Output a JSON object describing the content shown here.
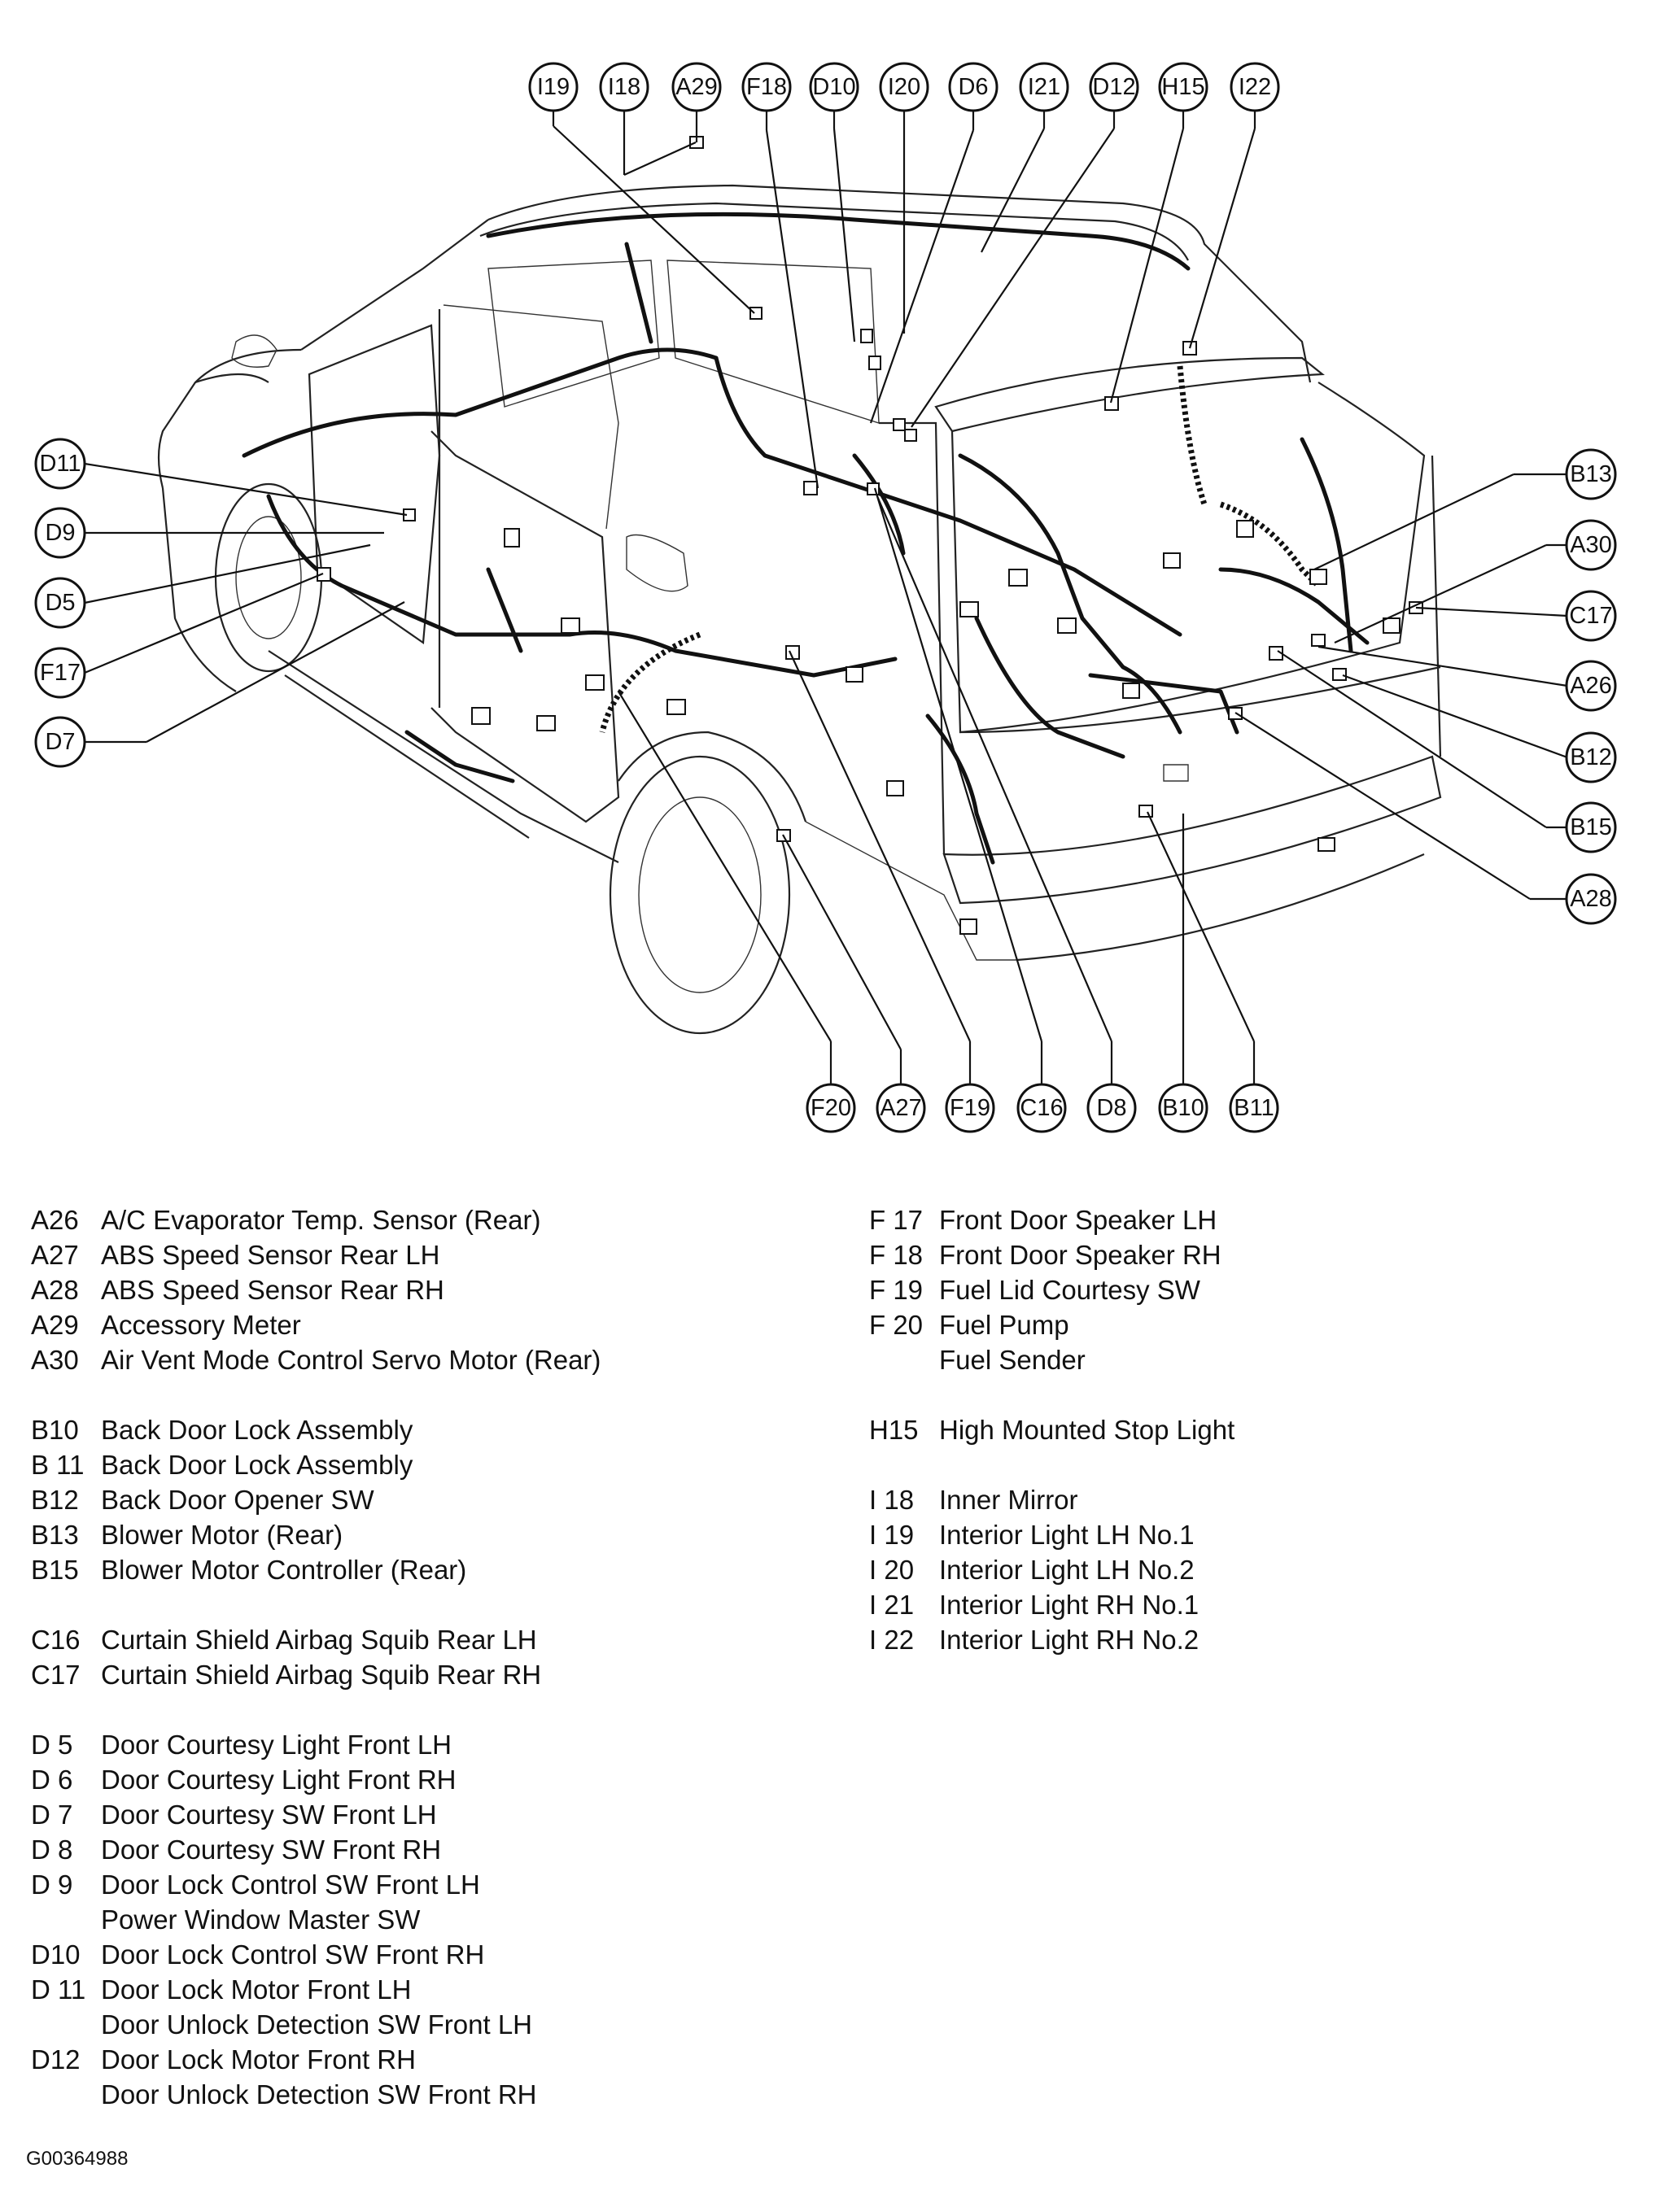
{
  "callouts": {
    "top": [
      "I19",
      "I18",
      "A29",
      "F18",
      "D10",
      "I20",
      "D6",
      "I21",
      "D12",
      "H15",
      "I22"
    ],
    "left": [
      "D11",
      "D9",
      "D5",
      "F17",
      "D7"
    ],
    "right": [
      "B13",
      "A30",
      "C17",
      "A26",
      "B12",
      "B15",
      "A28"
    ],
    "bottom": [
      "F20",
      "A27",
      "F19",
      "C16",
      "D8",
      "B10",
      "B11"
    ]
  },
  "legend_left": [
    {
      "code": "A26",
      "name": "A/C Evaporator Temp. Sensor (Rear)"
    },
    {
      "code": "A27",
      "name": "ABS Speed Sensor Rear LH"
    },
    {
      "code": "A28",
      "name": "ABS Speed Sensor Rear RH"
    },
    {
      "code": "A29",
      "name": "Accessory Meter"
    },
    {
      "code": "A30",
      "name": "Air Vent Mode Control Servo Motor (Rear)"
    },
    {
      "code": "",
      "name": ""
    },
    {
      "code": "B10",
      "name": "Back Door Lock Assembly"
    },
    {
      "code": "B 11",
      "name": "Back Door Lock Assembly"
    },
    {
      "code": "B12",
      "name": "Back Door Opener SW"
    },
    {
      "code": "B13",
      "name": "Blower Motor (Rear)"
    },
    {
      "code": "B15",
      "name": "Blower Motor Controller (Rear)"
    },
    {
      "code": "",
      "name": ""
    },
    {
      "code": "C16",
      "name": "Curtain Shield Airbag Squib Rear LH"
    },
    {
      "code": "C17",
      "name": "Curtain Shield Airbag Squib Rear RH"
    },
    {
      "code": "",
      "name": ""
    },
    {
      "code": "D 5",
      "name": "Door Courtesy Light Front LH"
    },
    {
      "code": "D 6",
      "name": "Door Courtesy Light Front RH"
    },
    {
      "code": "D 7",
      "name": "Door Courtesy SW Front LH"
    },
    {
      "code": "D 8",
      "name": "Door Courtesy SW Front RH"
    },
    {
      "code": "D 9",
      "name": "Door Lock Control SW Front LH"
    },
    {
      "code": "",
      "name": "Power Window Master SW"
    },
    {
      "code": "D10",
      "name": "Door Lock Control SW Front RH"
    },
    {
      "code": "D 11",
      "name": "Door Lock Motor Front LH"
    },
    {
      "code": "",
      "name": "Door Unlock Detection SW Front LH"
    },
    {
      "code": "D12",
      "name": "Door Lock Motor Front RH"
    },
    {
      "code": "",
      "name": "Door Unlock Detection SW Front RH"
    }
  ],
  "legend_right": [
    {
      "code": "F 17",
      "name": "Front Door Speaker LH"
    },
    {
      "code": "F 18",
      "name": "Front Door Speaker RH"
    },
    {
      "code": "F 19",
      "name": "Fuel Lid Courtesy SW"
    },
    {
      "code": "F 20",
      "name": "Fuel Pump"
    },
    {
      "code": "",
      "name": "Fuel Sender"
    },
    {
      "code": "",
      "name": ""
    },
    {
      "code": "H15",
      "name": "High Mounted Stop Light"
    },
    {
      "code": "",
      "name": ""
    },
    {
      "code": "I 18",
      "name": "Inner Mirror"
    },
    {
      "code": "I 19",
      "name": "Interior Light LH No.1"
    },
    {
      "code": "I 20",
      "name": "Interior Light LH No.2"
    },
    {
      "code": "I 21",
      "name": "Interior Light RH No.1"
    },
    {
      "code": "I 22",
      "name": "Interior Light RH No.2"
    }
  ],
  "figure_code": "G00364988"
}
